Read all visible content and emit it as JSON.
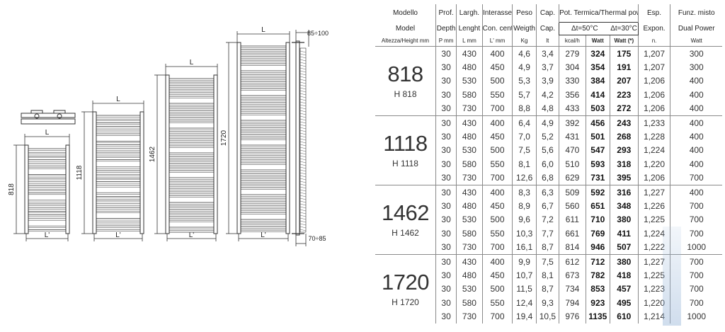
{
  "drawing": {
    "widths_label": "L",
    "centers_label": "L'",
    "heights": [
      "818",
      "1118",
      "1462",
      "1720"
    ],
    "depth_top": "85÷100",
    "depth_bottom": "70÷85"
  },
  "table": {
    "headers_row1": {
      "model": "Modello",
      "depth": "Prof.",
      "width": "Largh.",
      "centers": "Interasse",
      "weight": "Peso",
      "capacity": "Cap.",
      "power": "Pot. Termica/Thermal power",
      "exponent": "Esp.",
      "dual": "Funz. misto"
    },
    "headers_row2": {
      "model": "Model",
      "depth": "Depth",
      "width": "Lenght",
      "centers": "Con. cent.",
      "weight": "Weigth",
      "capacity": "Cap.",
      "dt50": "Δt=50°C",
      "dt30": "Δt=30°C",
      "exponent": "Expon.",
      "dual": "Dual Power"
    },
    "headers_row3": {
      "model": "Altezza/Height mm",
      "depth": "P mm",
      "width": "L mm",
      "centers": "L' mm",
      "weight": "Kg",
      "capacity": "lt",
      "kcal": "kcal/h",
      "watt": "Watt",
      "watt30": "Watt (*)",
      "exponent": "n.",
      "dual": "Watt"
    },
    "groups": [
      {
        "model": "818",
        "height_label": "H 818",
        "rows": [
          [
            "30",
            "430",
            "400",
            "4,6",
            "3,4",
            "279",
            "324",
            "175",
            "1,207",
            "300"
          ],
          [
            "30",
            "480",
            "450",
            "4,9",
            "3,7",
            "304",
            "354",
            "191",
            "1,207",
            "300"
          ],
          [
            "30",
            "530",
            "500",
            "5,3",
            "3,9",
            "330",
            "384",
            "207",
            "1,206",
            "400"
          ],
          [
            "30",
            "580",
            "550",
            "5,7",
            "4,2",
            "356",
            "414",
            "223",
            "1,206",
            "400"
          ],
          [
            "30",
            "730",
            "700",
            "8,8",
            "4,8",
            "433",
            "503",
            "272",
            "1,206",
            "400"
          ]
        ]
      },
      {
        "model": "1118",
        "height_label": "H 1118",
        "rows": [
          [
            "30",
            "430",
            "400",
            "6,4",
            "4,9",
            "392",
            "456",
            "243",
            "1,233",
            "400"
          ],
          [
            "30",
            "480",
            "450",
            "7,0",
            "5,2",
            "431",
            "501",
            "268",
            "1,228",
            "400"
          ],
          [
            "30",
            "530",
            "500",
            "7,5",
            "5,6",
            "470",
            "547",
            "293",
            "1,224",
            "400"
          ],
          [
            "30",
            "580",
            "550",
            "8,1",
            "6,0",
            "510",
            "593",
            "318",
            "1,220",
            "400"
          ],
          [
            "30",
            "730",
            "700",
            "12,6",
            "6,8",
            "629",
            "731",
            "395",
            "1,206",
            "700"
          ]
        ]
      },
      {
        "model": "1462",
        "height_label": "H 1462",
        "rows": [
          [
            "30",
            "430",
            "400",
            "8,3",
            "6,3",
            "509",
            "592",
            "316",
            "1,227",
            "400"
          ],
          [
            "30",
            "480",
            "450",
            "8,9",
            "6,7",
            "560",
            "651",
            "348",
            "1,226",
            "700"
          ],
          [
            "30",
            "530",
            "500",
            "9,6",
            "7,2",
            "611",
            "710",
            "380",
            "1,225",
            "700"
          ],
          [
            "30",
            "580",
            "550",
            "10,3",
            "7,7",
            "661",
            "769",
            "411",
            "1,224",
            "700"
          ],
          [
            "30",
            "730",
            "700",
            "16,1",
            "8,7",
            "814",
            "946",
            "507",
            "1,222",
            "1000"
          ]
        ]
      },
      {
        "model": "1720",
        "height_label": "H 1720",
        "rows": [
          [
            "30",
            "430",
            "400",
            "9,9",
            "7,5",
            "612",
            "712",
            "380",
            "1,227",
            "700"
          ],
          [
            "30",
            "480",
            "450",
            "10,7",
            "8,1",
            "673",
            "782",
            "418",
            "1,225",
            "700"
          ],
          [
            "30",
            "530",
            "500",
            "11,5",
            "8,7",
            "734",
            "853",
            "457",
            "1,223",
            "700"
          ],
          [
            "30",
            "580",
            "550",
            "12,4",
            "9,3",
            "794",
            "923",
            "495",
            "1,220",
            "700"
          ],
          [
            "30",
            "730",
            "700",
            "19,4",
            "10,5",
            "976",
            "1135",
            "610",
            "1,214",
            "1000"
          ]
        ]
      }
    ]
  }
}
